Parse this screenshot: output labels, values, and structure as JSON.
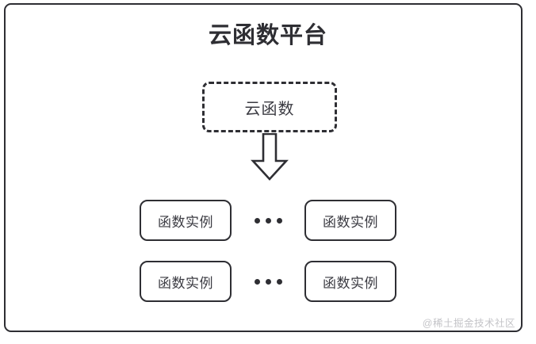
{
  "diagram": {
    "title": "云函数平台",
    "function_node": {
      "label": "云函数",
      "border_style": "dashed"
    },
    "arrow": {
      "name": "down-block-arrow",
      "direction": "down"
    },
    "instance_rows": [
      {
        "left_instance": "函数实例",
        "ellipsis": "•••",
        "right_instance": "函数实例"
      },
      {
        "left_instance": "函数实例",
        "ellipsis": "•••",
        "right_instance": "函数实例"
      }
    ],
    "watermark": "@稀土掘金技术社区",
    "colors": {
      "stroke": "#2e2e33",
      "text": "#3b3b42",
      "background": "#ffffff",
      "watermark": "#c4c4c8"
    }
  }
}
